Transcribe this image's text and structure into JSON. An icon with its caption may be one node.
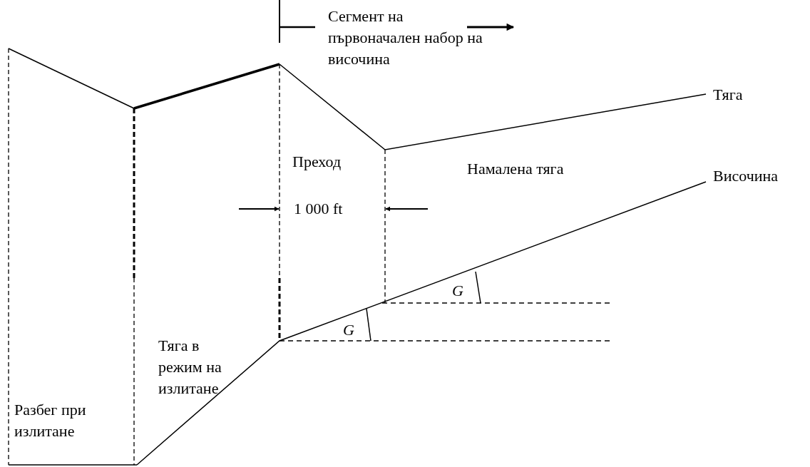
{
  "diagram": {
    "labels": [
      "Сегмент на първоначален набор на височина",
      "Тяга",
      "Преход",
      "Намалена тяга",
      "Височина",
      "1 000 ft",
      "G",
      "G",
      "Тяга в режим на излитане",
      "Разбег при излитане"
    ]
  }
}
